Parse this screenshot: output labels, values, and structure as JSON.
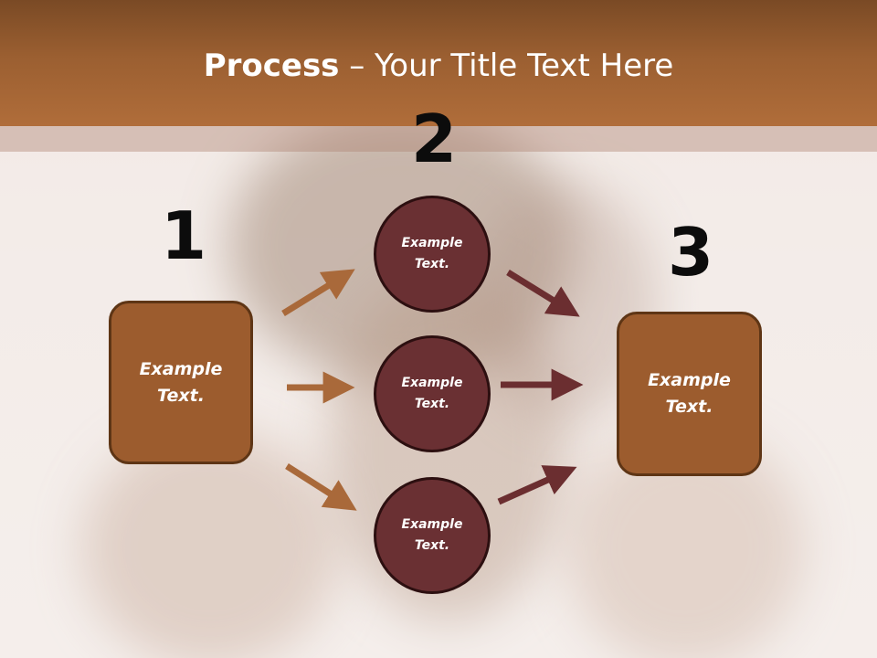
{
  "slide": {
    "title_bold": "Process",
    "title_rest": " – Your Title Text Here"
  },
  "numbers": {
    "n1": "1",
    "n2": "2",
    "n3": "3"
  },
  "nodes": {
    "left_box": "Example\nText.",
    "circle_top": "Example\nText.",
    "circle_mid": "Example\nText.",
    "circle_bottom": "Example\nText.",
    "right_box": "Example\nText."
  },
  "colors": {
    "title_band": "#9b5f31",
    "box_fill": "#9c5c2e",
    "circle_fill": "#6a3033",
    "arrow_left": "#a9693a",
    "arrow_right": "#6b2e30"
  }
}
